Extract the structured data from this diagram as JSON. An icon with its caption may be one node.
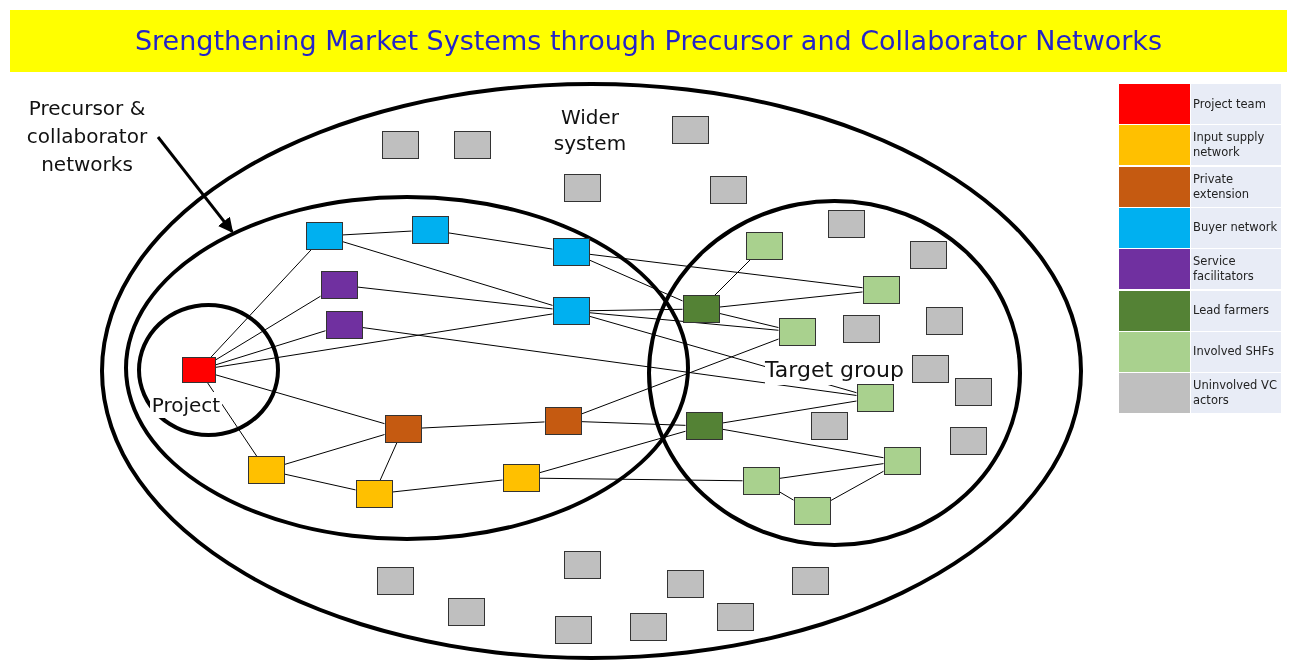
{
  "diagram": {
    "title": "Srengthening Market Systems through Precursor and Collaborator Networks",
    "nodes": [
      {
        "text": [
          "Wider system"
        ]
      },
      {
        "text": [],
        "shape": "ellipse",
        "in": 0
      },
      {
        "text": [
          "Project"
        ],
        "in": 1
      },
      {
        "text": [
          "Target group"
        ],
        "in": 0
      },
      {
        "text": [
          "Precursor & collaborator networks"
        ]
      },
      {
        "text": [],
        "shape": "box",
        "in": 2
      },
      {
        "text": [],
        "shape": "box",
        "in": 1
      },
      {
        "text": [],
        "shape": "box",
        "in": 1
      },
      {
        "text": [],
        "shape": "box",
        "in": 1
      },
      {
        "text": [],
        "shape": "box",
        "in": 1
      },
      {
        "text": [],
        "shape": "box",
        "in": 1
      },
      {
        "text": [],
        "shape": "box",
        "in": 1
      },
      {
        "text": [],
        "shape": "box",
        "in": 1
      },
      {
        "text": [],
        "shape": "box",
        "in": 1
      },
      {
        "text": [],
        "shape": "box",
        "in": 1
      },
      {
        "text": [],
        "shape": "box",
        "in": 1
      },
      {
        "text": [],
        "shape": "box",
        "in": 1
      },
      {
        "text": [],
        "shape": "box",
        "in": 3
      },
      {
        "text": [],
        "shape": "box",
        "in": 3
      },
      {
        "text": [],
        "shape": "box",
        "in": 3
      },
      {
        "text": [],
        "shape": "box",
        "in": 3
      },
      {
        "text": [],
        "shape": "box",
        "in": 3
      },
      {
        "text": [],
        "shape": "box",
        "in": 3
      },
      {
        "text": [],
        "shape": "box",
        "in": 3
      },
      {
        "text": [],
        "shape": "box",
        "in": 3
      },
      {
        "text": [],
        "shape": "box",
        "in": 3
      },
      {
        "text": [],
        "shape": "box",
        "in": 0
      },
      {
        "text": [],
        "shape": "box",
        "in": 0
      },
      {
        "text": [],
        "shape": "box",
        "in": 0
      },
      {
        "text": [],
        "shape": "box",
        "in": 0
      },
      {
        "text": [],
        "shape": "box",
        "in": 0
      },
      {
        "text": [],
        "shape": "box",
        "in": 0
      },
      {
        "text": [],
        "shape": "box",
        "in": 0
      },
      {
        "text": [],
        "shape": "box",
        "in": 0
      },
      {
        "text": [],
        "shape": "box",
        "in": 0
      },
      {
        "text": [],
        "shape": "box",
        "in": 0
      },
      {
        "text": [],
        "shape": "box",
        "in": 0
      },
      {
        "text": [],
        "shape": "box",
        "in": 0
      },
      {
        "text": [],
        "shape": "box",
        "in": 0
      },
      {
        "text": [],
        "shape": "box",
        "in": 3
      },
      {
        "text": [],
        "shape": "box",
        "in": 3
      },
      {
        "text": [],
        "shape": "box",
        "in": 3
      },
      {
        "text": [],
        "shape": "box",
        "in": 3
      },
      {
        "text": [],
        "shape": "box",
        "in": 3
      },
      {
        "text": [],
        "shape": "box",
        "in": 3
      },
      {
        "text": [],
        "shape": "box",
        "in": 3
      },
      {
        "text": [],
        "shape": "box",
        "in": 3
      }
    ],
    "edges": [
      {
        "from": 5,
        "to": 6,
        "arrow": "none"
      },
      {
        "from": 5,
        "to": 7,
        "arrow": "none"
      },
      {
        "from": 5,
        "to": 8,
        "arrow": "none"
      },
      {
        "from": 5,
        "to": 11,
        "arrow": "none"
      },
      {
        "from": 5,
        "to": 12,
        "arrow": "none"
      },
      {
        "from": 5,
        "to": 14,
        "arrow": "none"
      },
      {
        "from": 6,
        "to": 9,
        "arrow": "none"
      },
      {
        "from": 6,
        "to": 11,
        "arrow": "none"
      },
      {
        "from": 9,
        "to": 10,
        "arrow": "none"
      },
      {
        "from": 7,
        "to": 11,
        "arrow": "none"
      },
      {
        "from": 8,
        "to": 22,
        "arrow": "none"
      },
      {
        "from": 12,
        "to": 13,
        "arrow": "none"
      },
      {
        "from": 12,
        "to": 14,
        "arrow": "none"
      },
      {
        "from": 12,
        "to": 15,
        "arrow": "none"
      },
      {
        "from": 14,
        "to": 15,
        "arrow": "none"
      },
      {
        "from": 15,
        "to": 16,
        "arrow": "none"
      },
      {
        "from": 13,
        "to": 21,
        "arrow": "none"
      },
      {
        "from": 13,
        "to": 18,
        "arrow": "none"
      },
      {
        "from": 16,
        "to": 18,
        "arrow": "none"
      },
      {
        "from": 16,
        "to": 23,
        "arrow": "none"
      },
      {
        "from": 10,
        "to": 17,
        "arrow": "none"
      },
      {
        "from": 11,
        "to": 17,
        "arrow": "none"
      },
      {
        "from": 11,
        "to": 21,
        "arrow": "none"
      },
      {
        "from": 11,
        "to": 22,
        "arrow": "none"
      },
      {
        "from": 10,
        "to": 20,
        "arrow": "none"
      },
      {
        "from": 17,
        "to": 19,
        "arrow": "none"
      },
      {
        "from": 17,
        "to": 20,
        "arrow": "none"
      },
      {
        "from": 17,
        "to": 21,
        "arrow": "none"
      },
      {
        "from": 18,
        "to": 22,
        "arrow": "none"
      },
      {
        "from": 18,
        "to": 24,
        "arrow": "none"
      },
      {
        "from": 24,
        "to": 23,
        "arrow": "none"
      },
      {
        "from": 24,
        "to": 25,
        "arrow": "none"
      },
      {
        "from": 23,
        "to": 25,
        "arrow": "none"
      },
      {
        "from": 4,
        "to": 1,
        "arrow": "to",
        "style": "thick"
      }
    ],
    "legend": [
      {
        "text": "Project team",
        "color": "#ff0000"
      },
      {
        "text": "Input supply network",
        "color": "#ffc000"
      },
      {
        "text": "Private extension",
        "color": "#c55a11"
      },
      {
        "text": "Buyer network",
        "color": "#00b0f0"
      },
      {
        "text": "Service facilitators",
        "color": "#7030a0"
      },
      {
        "text": "Lead farmers",
        "color": "#548235"
      },
      {
        "text": "Involved SHFs",
        "color": "#a9d18e"
      },
      {
        "text": "Uninvolved VC actors",
        "color": "#bfbfbf"
      }
    ]
  }
}
